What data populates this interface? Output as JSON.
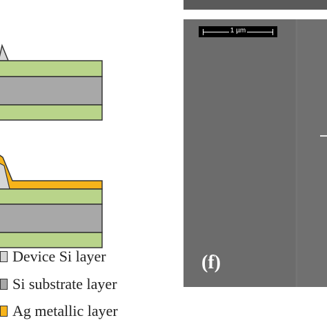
{
  "colors": {
    "device_si": "#d6d6d6",
    "si_substrate": "#a8a8a8",
    "silicon_oxide": "#b9d48a",
    "ag_metal": "#f7b41b",
    "sem_background": "#6c6c6c"
  },
  "sem_image": {
    "scale_bar_label": "1 µm",
    "panel_label": "(f)"
  },
  "legend": {
    "items": [
      {
        "label": "Device Si layer",
        "color": "#d6d6d6"
      },
      {
        "label": "Si substrate layer",
        "color": "#a8a8a8"
      },
      {
        "label": "Ag metallic layer",
        "color": "#f7b41b"
      }
    ]
  }
}
